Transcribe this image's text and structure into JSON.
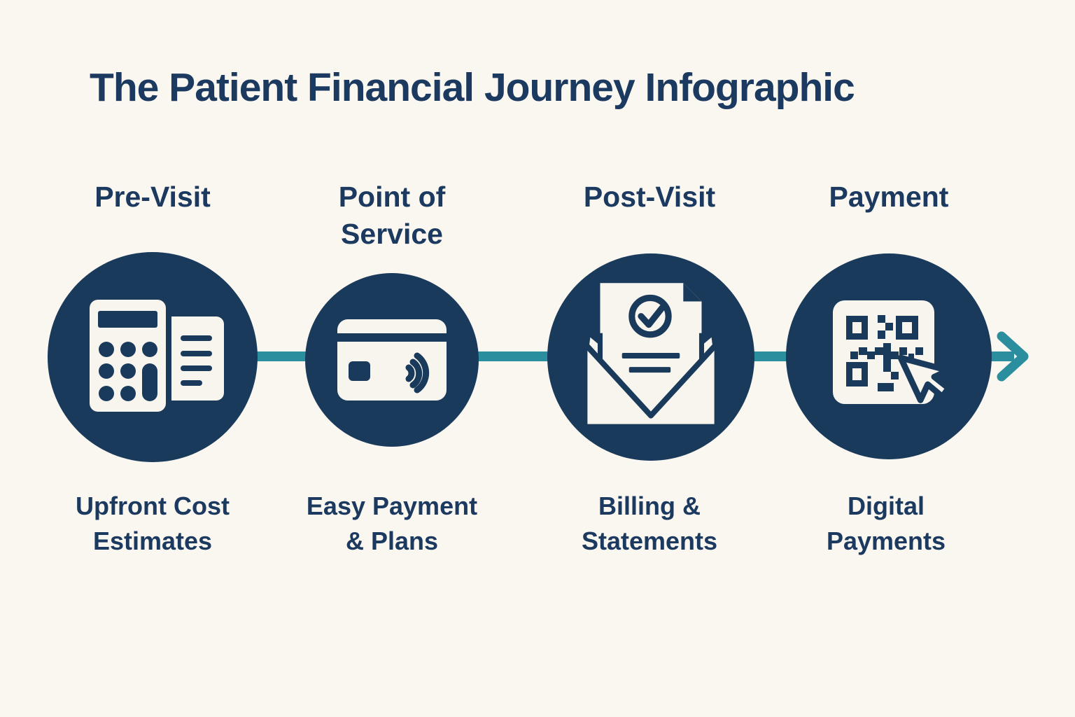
{
  "title": "The Patient Financial Journey Infographic",
  "colors": {
    "background": "#FAF7F0",
    "navy": "#1A3A5C",
    "teal": "#2B8E9F",
    "icon_paper": "#F8F5EE",
    "text": "#1C3A60"
  },
  "flow": {
    "direction": "left-to-right",
    "arrow_icon": "right-arrow-icon"
  },
  "stages": [
    {
      "label": "Pre-Visit",
      "icon": "calculator-receipt-icon",
      "caption": "Upfront Cost\nEstimates"
    },
    {
      "label": "Point of\nService",
      "icon": "contactless-card-icon",
      "caption": "Easy Payment\n& Plans"
    },
    {
      "label": "Post-Visit",
      "icon": "billing-envelope-icon",
      "caption": "Billing &\nStatements"
    },
    {
      "label": "Payment",
      "icon": "qr-code-cursor-icon",
      "caption": "Digital\nPayments"
    }
  ]
}
